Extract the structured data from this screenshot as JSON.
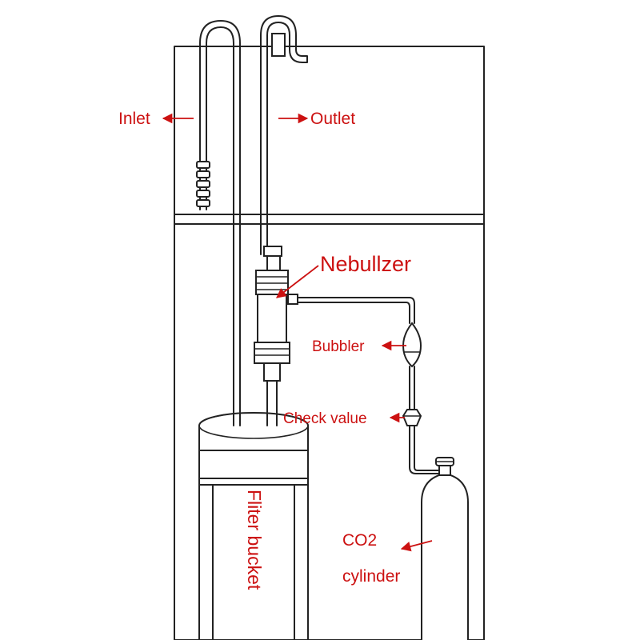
{
  "labels": {
    "inlet": "Inlet",
    "outlet": "Outlet",
    "nebulizer": "Nebullzer",
    "bubbler": "Bubbler",
    "check_valve": "Check value",
    "co2_line1": "CO2",
    "co2_line2": "cylinder",
    "filter_bucket": "Fliter bucket"
  },
  "colors": {
    "label": "#cc1111",
    "line": "#222222",
    "background": "#ffffff"
  }
}
